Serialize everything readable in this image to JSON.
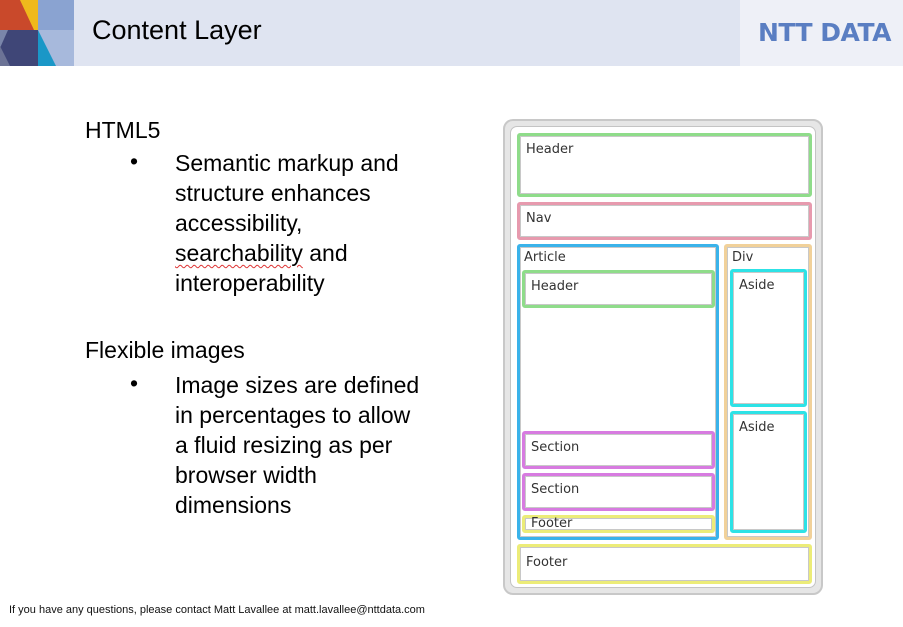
{
  "slide": {
    "title": "Content Layer",
    "logo": "NTT DATA",
    "colors": {
      "header_band": "#dfe4f1",
      "logo": "#5a7ec2"
    }
  },
  "content": {
    "sections": [
      {
        "heading": "HTML5",
        "bullets": [
          {
            "lines": [
              "Semantic markup and",
              "structure enhances",
              "accessibility,",
              "searchability and",
              "interoperability"
            ],
            "misspelled_word": "searchability"
          }
        ]
      },
      {
        "heading": "Flexible images",
        "bullets": [
          {
            "lines": [
              "Image sizes are defined",
              "in percentages to allow",
              "a fluid resizing as per",
              "browser width",
              "dimensions"
            ]
          }
        ]
      }
    ],
    "bullet_char": "•"
  },
  "diagram": {
    "labels": {
      "header": "Header",
      "nav": "Nav",
      "article": "Article",
      "article_header": "Header",
      "section_1": "Section",
      "section_2": "Section",
      "article_footer": "Footer",
      "div": "Div",
      "aside_1": "Aside",
      "aside_2": "Aside",
      "footer": "Footer"
    },
    "colors": {
      "header": "#8fdc8a",
      "nav": "#e79aae",
      "article": "#3ab3ea",
      "section": "#d77be0",
      "footer": "#ecec78",
      "div": "#f1d19a",
      "aside": "#2de2e6"
    }
  },
  "footer_note": "If you have any questions, please contact Matt Lavallee at matt.lavallee@nttdata.com"
}
